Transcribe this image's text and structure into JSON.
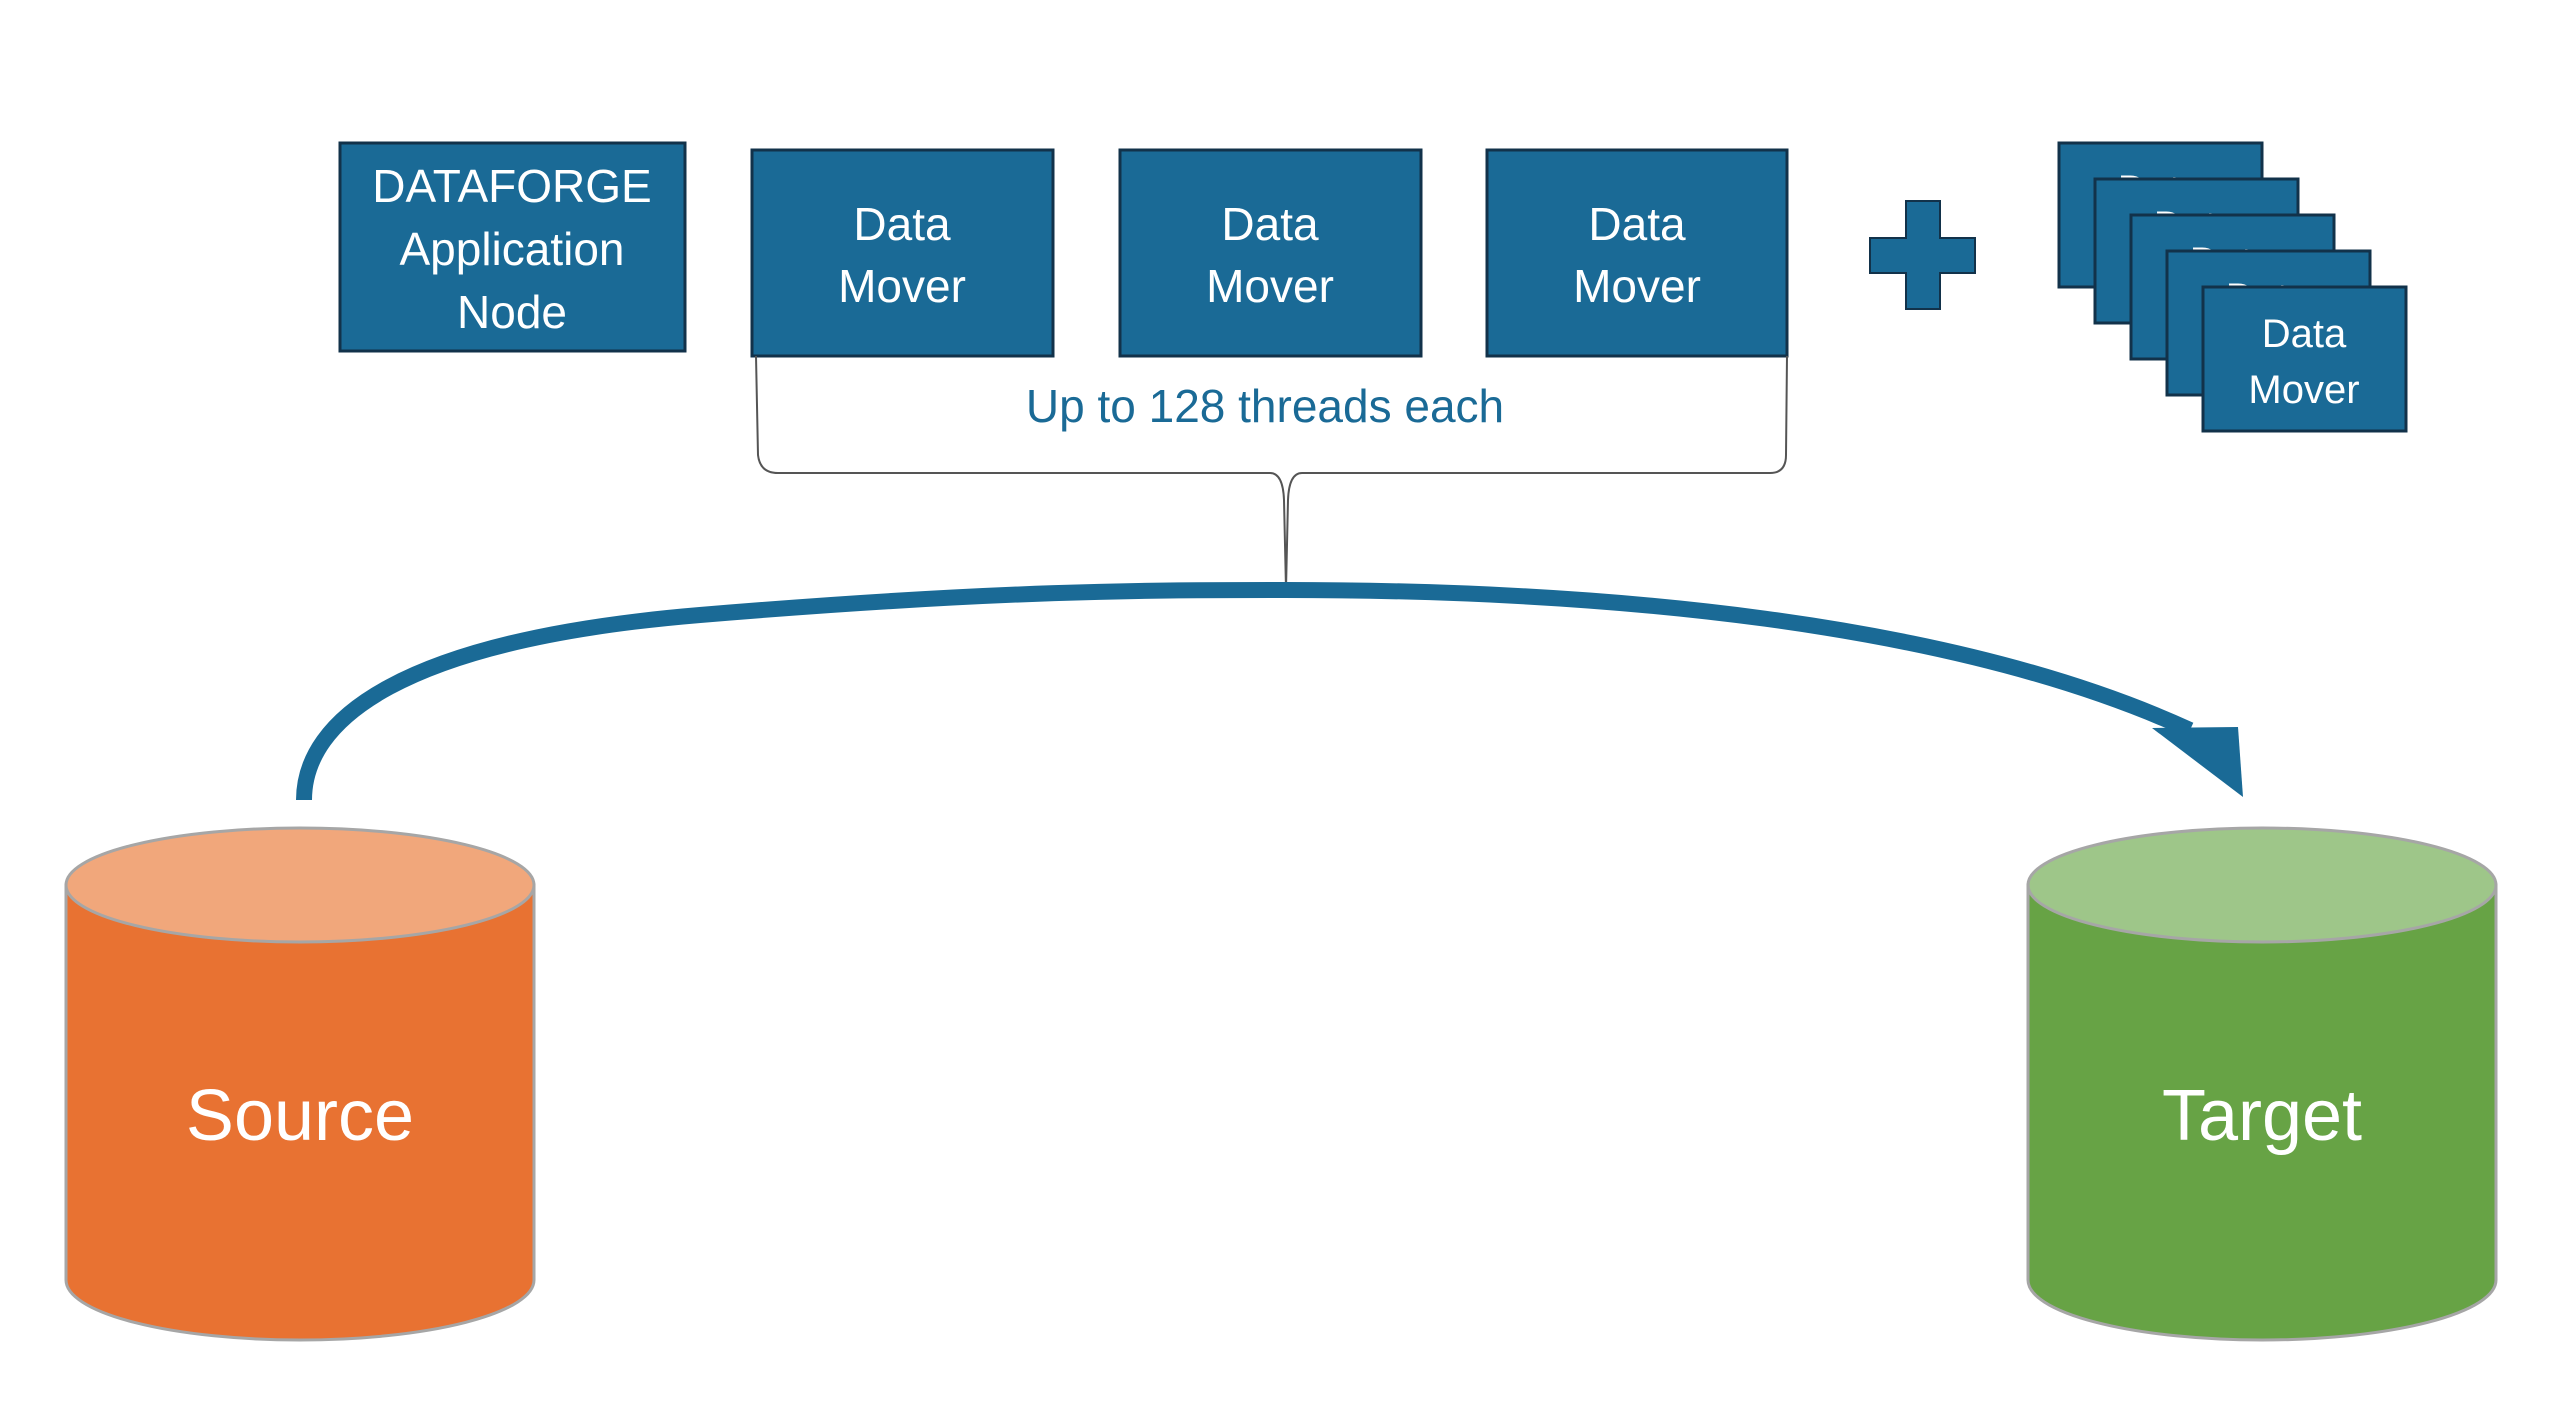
{
  "colors": {
    "box_fill": "#1a6a96",
    "box_stroke": "#12324a",
    "source_body": "#e87232",
    "source_top": "#f1a77b",
    "target_body": "#67a345",
    "target_top": "#9ec689",
    "cylinder_stroke": "#a6a6a6",
    "arrow": "#1a6a96",
    "label_text": "#1a6a96",
    "brace": "#555555"
  },
  "app_node": {
    "lines": [
      "DATAFORGE",
      "Application",
      "Node"
    ]
  },
  "data_movers": [
    {
      "lines": [
        "Data",
        "Mover"
      ]
    },
    {
      "lines": [
        "Data",
        "Mover"
      ]
    },
    {
      "lines": [
        "Data",
        "Mover"
      ]
    }
  ],
  "plus_icon": "plus-icon",
  "stacked_movers": {
    "count": 5,
    "top_lines": [
      "Data",
      "Mover"
    ]
  },
  "brace_label": "Up to 128 threads each",
  "source": {
    "label": "Source"
  },
  "target": {
    "label": "Target"
  }
}
